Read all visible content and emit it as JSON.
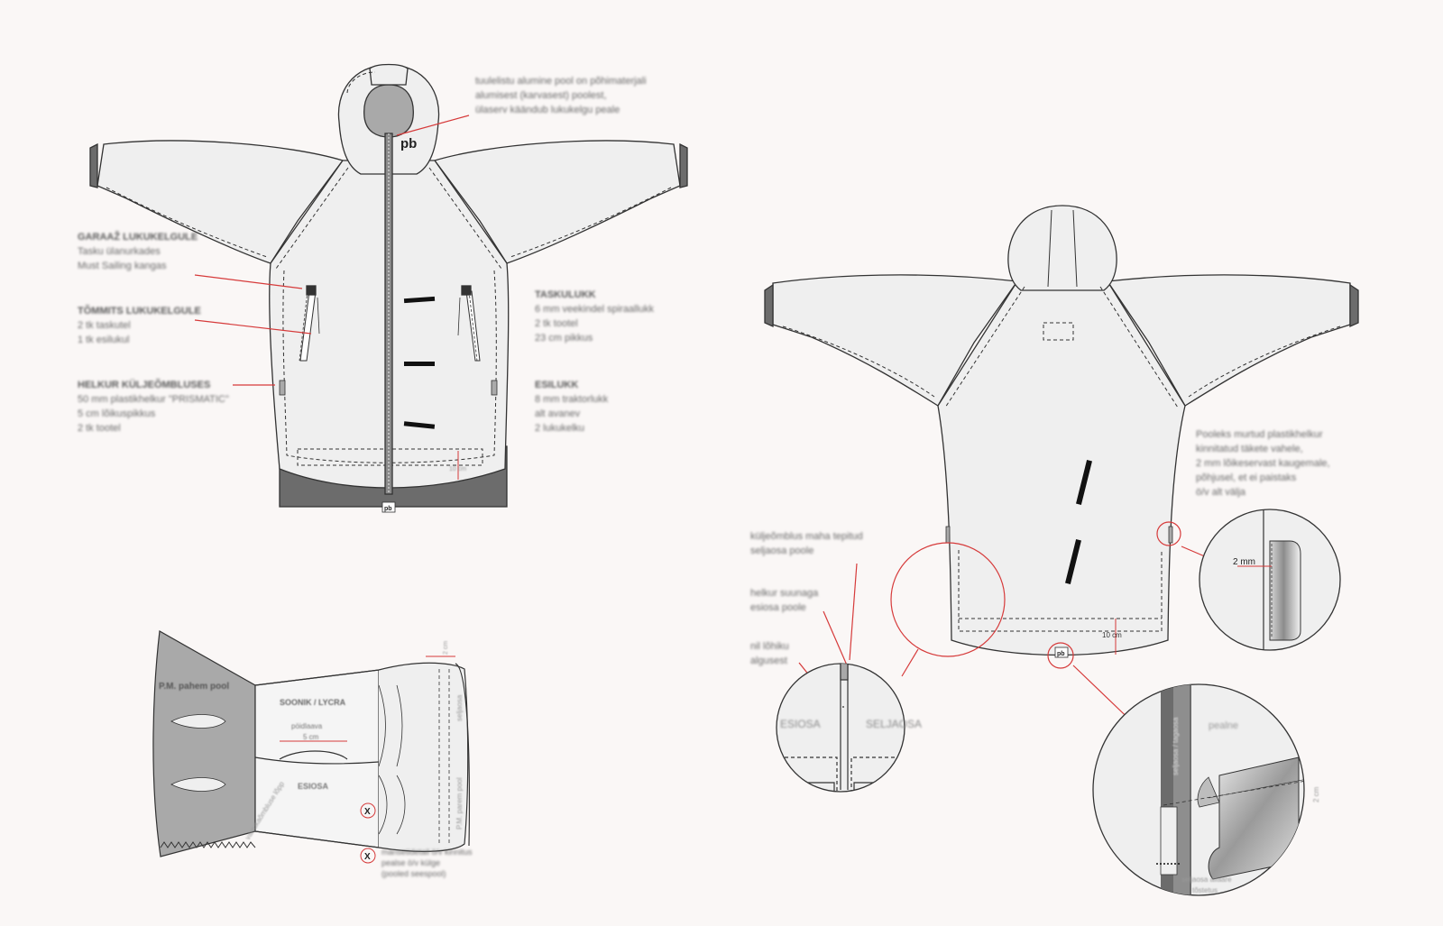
{
  "colors": {
    "background": "#faf7f6",
    "garment_fill": "#efefef",
    "outline": "#333333",
    "dark_gray": "#6c6c6c",
    "panel_gray": "#a9a9a9",
    "accent_red": "#d63a3a"
  },
  "front_view": {
    "hood_note": {
      "lines": [
        "tuulelistu alumine pool on põhimaterjali",
        "alumisest (karvasest) poolest,",
        "ülaserv käändub lukukelgu peale"
      ]
    },
    "logo": "pb",
    "callouts_left": [
      {
        "heading": "GARAAŽ LUKUKELGULE",
        "lines": [
          "Tasku ülanurkades",
          "Must Sailing kangas"
        ]
      },
      {
        "heading": "TÕMMITS LUKUKELGULE",
        "lines": [
          "2 tk taskutel",
          "1 tk esilukul"
        ]
      },
      {
        "heading": "HELKUR KÜLJEÕMBLUSES",
        "lines": [
          "50 mm plastikhelkur \"PRISMATIC\"",
          "5 cm lõikuspikkus",
          "2 tk tootel"
        ]
      }
    ],
    "callouts_right": [
      {
        "heading": "TASKULUKK",
        "lines": [
          "6 mm veekindel spiraallukk",
          "2 tk tootel",
          "23 cm pikkus"
        ]
      },
      {
        "heading": "ESILUKK",
        "lines": [
          "8 mm traktorlukk",
          "alt avanev",
          "2 lukukelku"
        ]
      }
    ],
    "hem_measure": "10 cm"
  },
  "back_view": {
    "reflector_note": {
      "lines": [
        "Pooleks murtud plastikhelkur",
        "kinnitatud täkete vahele,",
        "2 mm lõikeservast kaugemale,",
        "põhjusel, et ei paistaks",
        "ö/v alt välja"
      ]
    },
    "hem_measure": "10 cm",
    "logo": "pb",
    "detail_reflector_measure": "2 mm"
  },
  "side_seam_detail": {
    "notes": [
      {
        "lines": [
          "küljeõmblus maha tepitud",
          "seljaosa poole"
        ]
      },
      {
        "lines": [
          "helkur suunaga",
          "esiosa poole"
        ]
      },
      {
        "lines": [
          "nil lõhiku",
          "algusest"
        ]
      }
    ],
    "left_label": "ESIOSA",
    "right_label": "SELJAOSA"
  },
  "hem_detail": {
    "top_label": "pealne",
    "strip_label": "seljaosa / tagaosa",
    "bottom_lines": [
      "seljaosa allääre",
      "tõstetus"
    ],
    "measure": "2 cm"
  },
  "cuff_detail": {
    "panel_left_label": "P.M. pahem pool",
    "band_label": "SOONIK / LYCRA",
    "stitch_label": "pöidlaava",
    "measure_label": "5 cm",
    "body_label": "ESIOSA",
    "cuff_edge_label": "seljaosa",
    "cuff_inner_label": "P.M. parem pool",
    "zigzag_label": "varrukaõmbluse lõpp",
    "top_measure": "2 cm",
    "note_marker": "X",
    "note_lines": [
      "mansetidetail ö/v kinnitus",
      "pealse ö/v külge",
      "(pooled seespool)"
    ]
  }
}
